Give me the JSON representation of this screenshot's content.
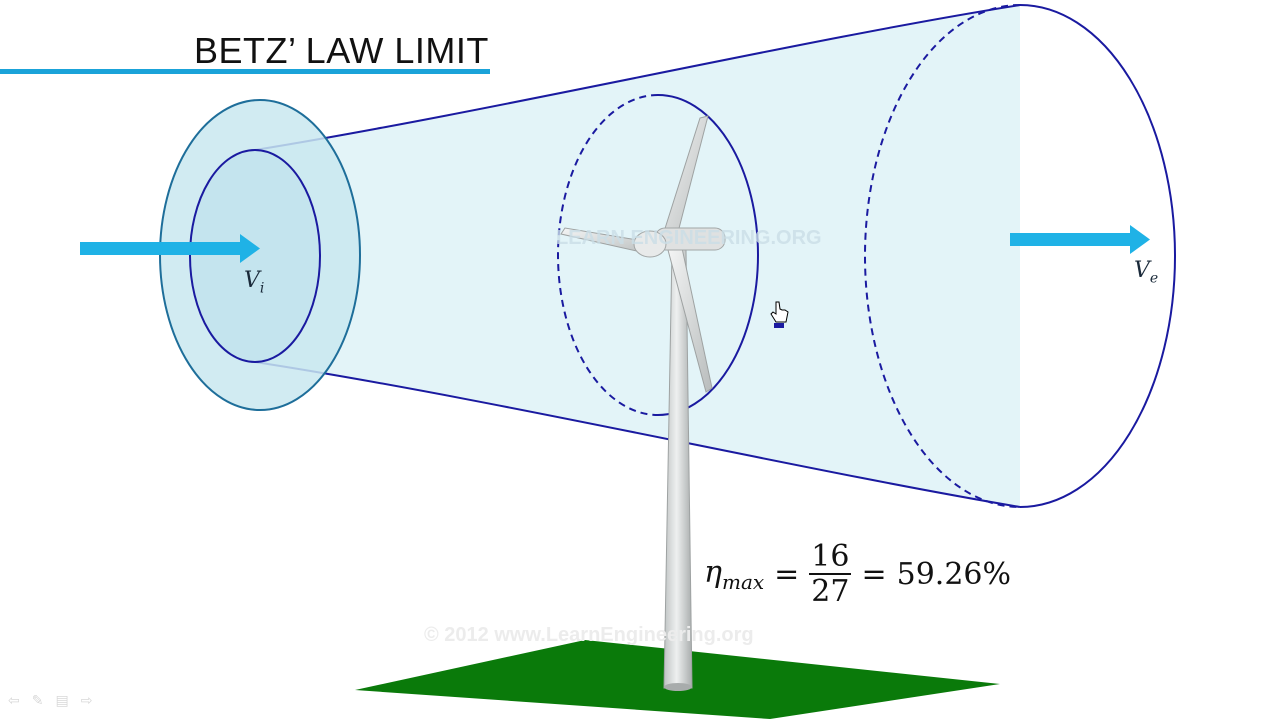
{
  "slide": {
    "title": "BETZ’ LAW LIMIT",
    "inlet_label": {
      "symbol": "V",
      "subscript": "i"
    },
    "exit_label": {
      "symbol": "V",
      "subscript": "e"
    },
    "formula": {
      "symbol": "η",
      "subscript": "max",
      "equals": "=",
      "numerator": "16",
      "denominator": "27",
      "equals2": "=",
      "result": "59.26%"
    },
    "watermark": "© 2012 www.LearnEngineering.org",
    "rotor_watermark": "LEARN ENGINEERING.ORG"
  },
  "colors": {
    "stream_fill": "#e3f4f8",
    "stream_outline": "#1a1aa0",
    "inlet_disk": "#c9e7f0",
    "arrow": "#1fb2e6",
    "ground": "#0a7a0a",
    "tower": "#d6d8d8",
    "title_rule": "#1aa3d9"
  },
  "nav": {
    "icons": [
      "back-icon",
      "pen-icon",
      "menu-icon",
      "forward-icon"
    ]
  }
}
